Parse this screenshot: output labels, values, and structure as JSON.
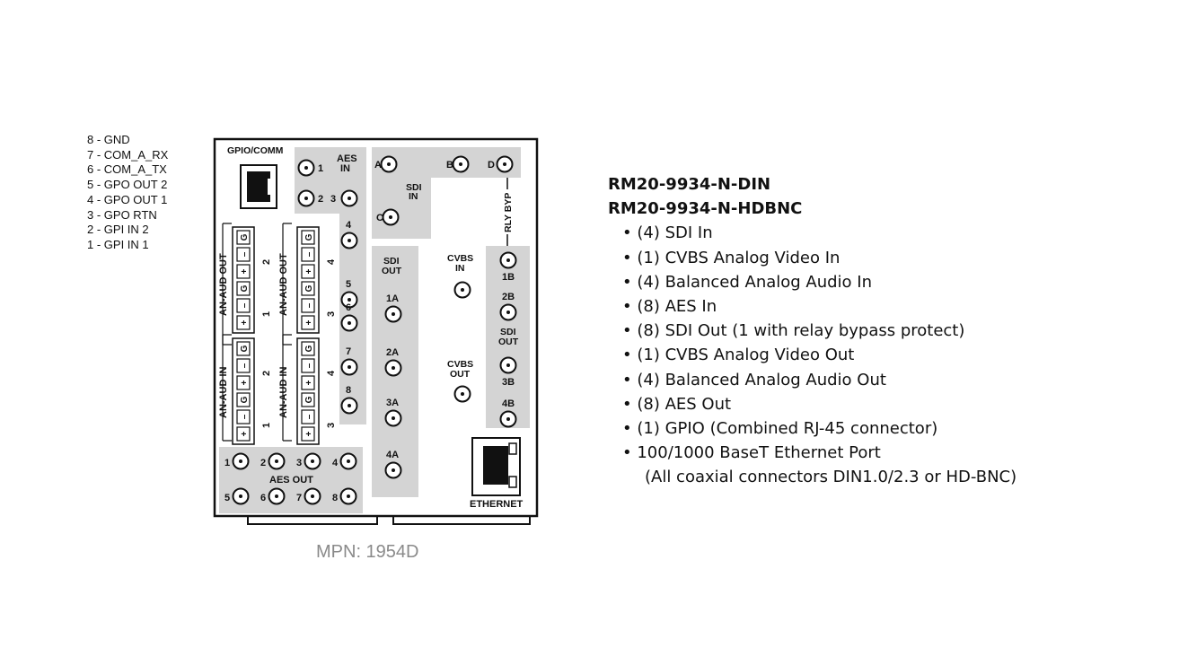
{
  "pinout": [
    "8 - GND",
    "7 - COM_A_RX",
    "6 - COM_A_TX",
    "5 - GPO OUT 2",
    "4 - GPO OUT 1",
    "3 - GPO RTN",
    "2 - GPI IN 2",
    "1 - GPI IN 1"
  ],
  "panel": {
    "gpio_label": "GPIO/COMM",
    "aes_in_l1": "AES",
    "aes_in_l2": "IN",
    "sdi_in_l1": "SDI",
    "sdi_in_l2": "IN",
    "rly_byp": "RLY BYP",
    "sdi_out_l1": "SDI",
    "sdi_out_l2": "OUT",
    "cvbs_in_l1": "CVBS",
    "cvbs_in_l2": "IN",
    "cvbs_out_l1": "CVBS",
    "cvbs_out_l2": "OUT",
    "aes_out": "AES OUT",
    "ethernet": "ETHERNET",
    "an_aud_out": "AN-AUD OUT",
    "an_aud_in": "AN-AUD IN",
    "term_pins": [
      "G",
      "–",
      "+",
      "G",
      "–",
      "+"
    ],
    "labels": {
      "aes1": "1",
      "aes2": "2",
      "aes3": "3",
      "aes4": "4",
      "aes5": "5",
      "aes6": "6",
      "aes7": "7",
      "aes8": "8",
      "sdiA": "A",
      "sdiB": "B",
      "sdiC": "C",
      "sdiD": "D",
      "o1A": "1A",
      "o2A": "2A",
      "o3A": "3A",
      "o4A": "4A",
      "o1B": "1B",
      "o2B": "2B",
      "o3B": "3B",
      "o4B": "4B",
      "ch1": "1",
      "ch2": "2",
      "ch3": "3",
      "ch4": "4",
      "ao1": "1",
      "ao2": "2",
      "ao3": "3",
      "ao4": "4",
      "ao5": "5",
      "ao6": "6",
      "ao7": "7",
      "ao8": "8"
    }
  },
  "mpn": "MPN: 1954D",
  "spec": {
    "models": [
      "RM20-9934-N-DIN",
      "RM20-9934-N-HDBNC"
    ],
    "bullets": [
      "(4) SDI In",
      "(1) CVBS Analog Video In",
      "(4) Balanced Analog Audio In",
      "(8) AES In",
      "(8) SDI Out (1 with relay bypass protect)",
      "(1) CVBS Analog Video Out",
      "(4) Balanced Analog Audio Out",
      "(8) AES Out",
      "(1) GPIO (Combined RJ-45 connector)",
      "100/1000 BaseT Ethernet Port"
    ],
    "note": "(All coaxial connectors DIN1.0/2.3 or HD-BNC)"
  }
}
